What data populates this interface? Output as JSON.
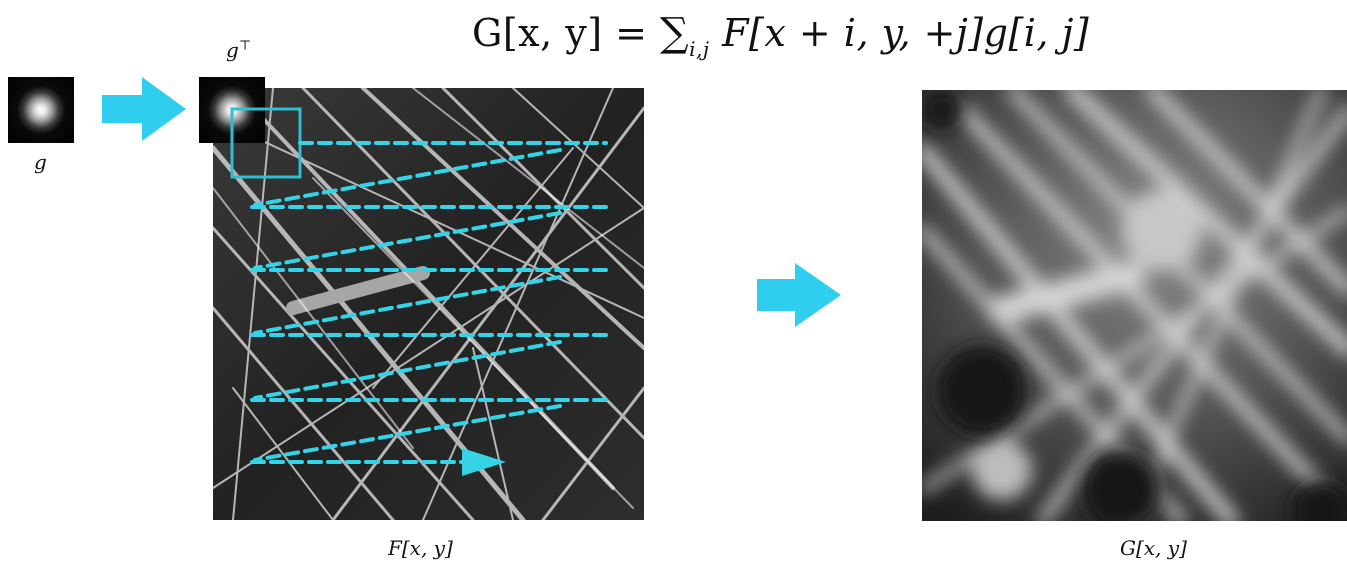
{
  "formula": {
    "lhs": "G[x, y] = ",
    "sum": "∑",
    "sub": "i,j",
    "rhs": " F[x + i, y, +j]g[i, j]"
  },
  "labels": {
    "g": "g",
    "g_transpose": "g",
    "g_transpose_sup": "⊤",
    "input": "F[x, y]",
    "output": "G[x, y]"
  },
  "colors": {
    "accent": "#2fcdee",
    "scan": "#35d3e6",
    "kernel_box": "#2fbfd0"
  },
  "icons": {
    "arrows": [
      "right-arrow-icon",
      "right-arrow-icon"
    ]
  }
}
